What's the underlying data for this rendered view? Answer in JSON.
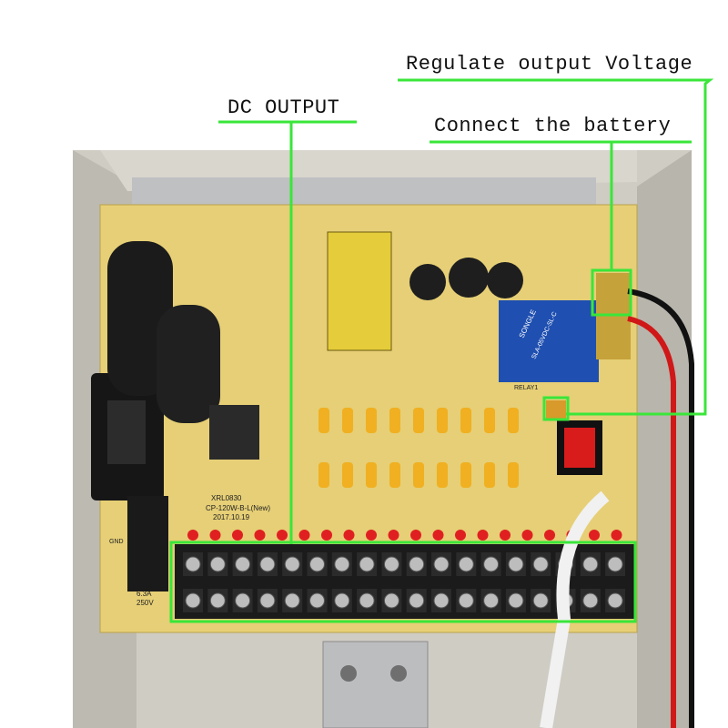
{
  "callouts": {
    "regulate_voltage": "Regulate output Voltage",
    "connect_battery": "Connect the battery",
    "dc_output": "DC OUTPUT"
  },
  "board": {
    "model_code": "XRL0830",
    "model_name": "CP-120W-B-L(New)",
    "date": "2017.10.19",
    "relay_brand": "SONGLE",
    "relay_model": "SLA-05VDC-SL-C",
    "fuse_rating_1": "6.3A",
    "fuse_rating_2": "250V",
    "gnd_label": "GND",
    "relay_ref": "RELAY1"
  },
  "colors": {
    "callout_line": "#39e639",
    "board": "#e8d27a",
    "enclosure": "#c9c6bd",
    "terminal": "#1b1b1b",
    "fuse": "#f0b021",
    "led": "#e02020",
    "relay": "#1f4fb0",
    "switch": "#d81c1c"
  }
}
